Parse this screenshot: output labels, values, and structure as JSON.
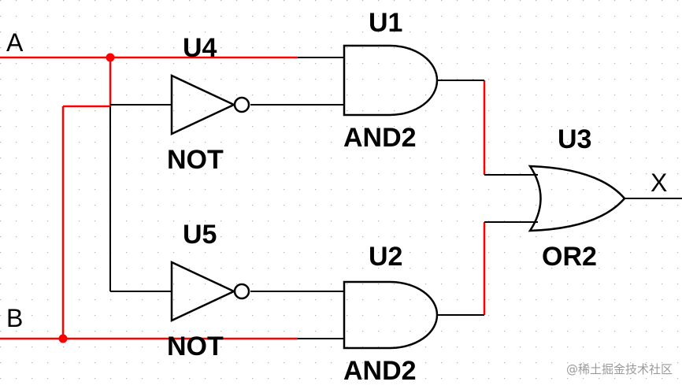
{
  "inputs": {
    "a": "A",
    "b": "B"
  },
  "output": {
    "x": "X"
  },
  "gates": {
    "u1": {
      "ref": "U1",
      "type": "AND2"
    },
    "u2": {
      "ref": "U2",
      "type": "AND2"
    },
    "u3": {
      "ref": "U3",
      "type": "OR2"
    },
    "u4": {
      "ref": "U4",
      "type": "NOT"
    },
    "u5": {
      "ref": "U5",
      "type": "NOT"
    }
  },
  "watermark": "@稀土掘金技术社区",
  "colors": {
    "wire_active": "#ff0000",
    "wire": "#000000",
    "grid_dot": "#b0b0b0"
  }
}
